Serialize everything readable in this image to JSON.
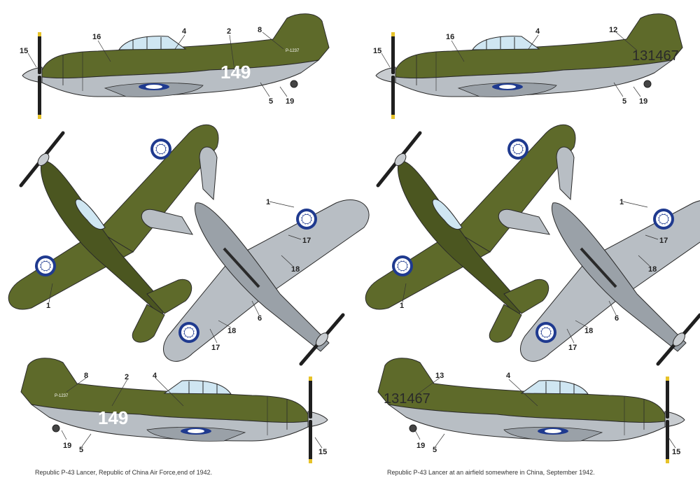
{
  "colors": {
    "olive": "#5e6a2a",
    "olive_dark": "#4b5620",
    "grey": "#b8bec4",
    "grey_dark": "#9aa1a8",
    "canopy": "#cfe6f2",
    "roundel_blue": "#1f3a8f",
    "white": "#ffffff",
    "line": "#2a2a2a"
  },
  "callouts": {
    "n1": "1",
    "n2": "2",
    "n4": "4",
    "n5": "5",
    "n6": "6",
    "n8": "8",
    "n12": "12",
    "n13": "13",
    "n15": "15",
    "n16": "16",
    "n17": "17",
    "n18": "18",
    "n19": "19"
  },
  "markings": {
    "left_code": "149",
    "right_code": "131467",
    "tail_serial": "P-1237"
  },
  "captions": {
    "left": "Republic P-43 Lancer, Republic of China Air Force,end of 1942.",
    "right": "Republic P-43 Lancer at an airfield somewhere in China, September 1942."
  }
}
